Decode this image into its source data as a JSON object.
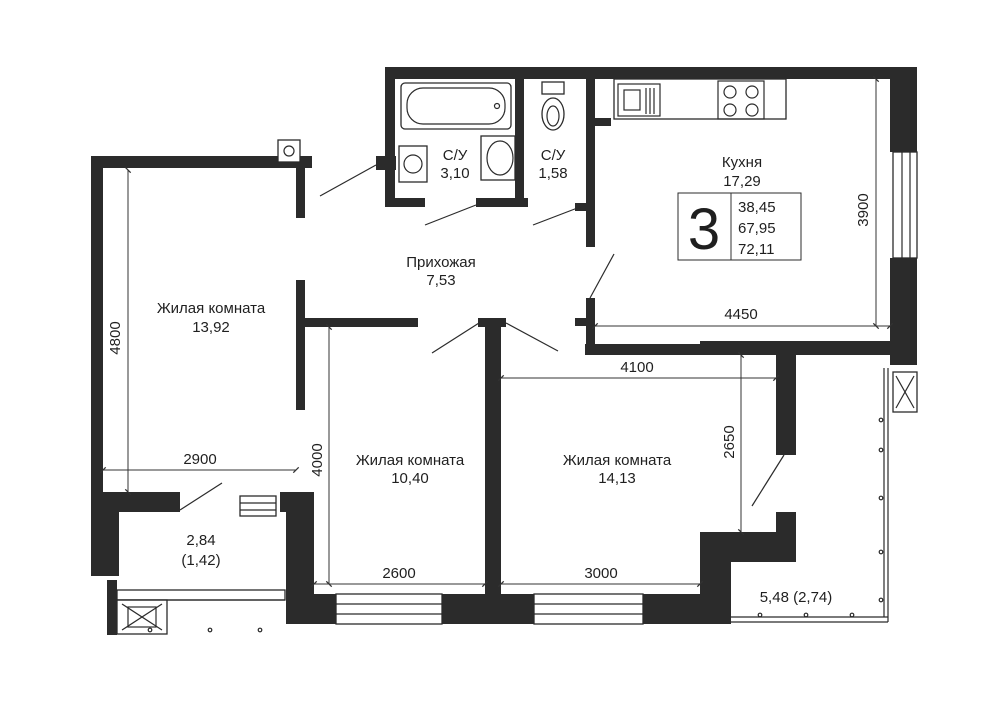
{
  "rooms": {
    "living_1": {
      "name": "Жилая комната",
      "area": "13,92"
    },
    "living_2": {
      "name": "Жилая комната",
      "area": "10,40"
    },
    "living_3": {
      "name": "Жилая комната",
      "area": "14,13"
    },
    "hallway": {
      "name": "Прихожая",
      "area": "7,53"
    },
    "kitchen": {
      "name": "Кухня",
      "area": "17,29"
    },
    "bath_1": {
      "name": "С/У",
      "area": "3,10"
    },
    "bath_2": {
      "name": "С/У",
      "area": "1,58"
    },
    "balcony_1": {
      "area": "2,84",
      "reduced": "(1,42)"
    },
    "balcony_2": {
      "area": "5,48 (2,74)"
    }
  },
  "summary": {
    "rooms_count": "3",
    "living_area": "38,45",
    "total_area": "67,95",
    "total_with_balconies": "72,11"
  },
  "dimensions": {
    "d4800": "4800",
    "d2900": "2900",
    "d4000": "4000",
    "d2600": "2600",
    "d3000": "3000",
    "d4100": "4100",
    "d2650": "2650",
    "d4450": "4450",
    "d3900": "3900"
  }
}
